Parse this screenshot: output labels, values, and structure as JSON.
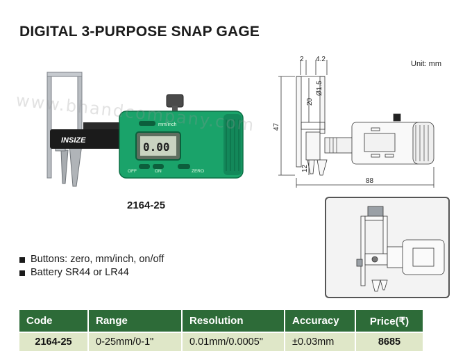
{
  "title": "DIGITAL 3-PURPOSE SNAP GAGE",
  "product_photo": {
    "brand": "INSIZE",
    "display_reading": "0.00",
    "buttons": [
      "mm/inch",
      "OFF",
      "ON",
      "ZERO"
    ]
  },
  "watermark": "www.bhandcompany.com",
  "model_label": "2164-25",
  "drawing": {
    "unit_label": "Unit: mm",
    "dims": [
      "2",
      "4.2",
      "Ø1.5",
      "20",
      "47",
      "12",
      "88"
    ]
  },
  "features": [
    "Buttons: zero, mm/inch, on/off",
    "Battery SR44 or LR44"
  ],
  "table": {
    "headers": [
      "Code",
      "Range",
      "Resolution",
      "Accuracy",
      "Price(₹)"
    ],
    "rows": [
      [
        "2164-25",
        "0-25mm/0-1\"",
        "0.01mm/0.0005\"",
        "±0.03mm",
        "8685"
      ]
    ]
  },
  "colors": {
    "header_green": "#2d6b38",
    "row_tint": "#dfe7c8",
    "gage_body": "#1aa36a"
  }
}
